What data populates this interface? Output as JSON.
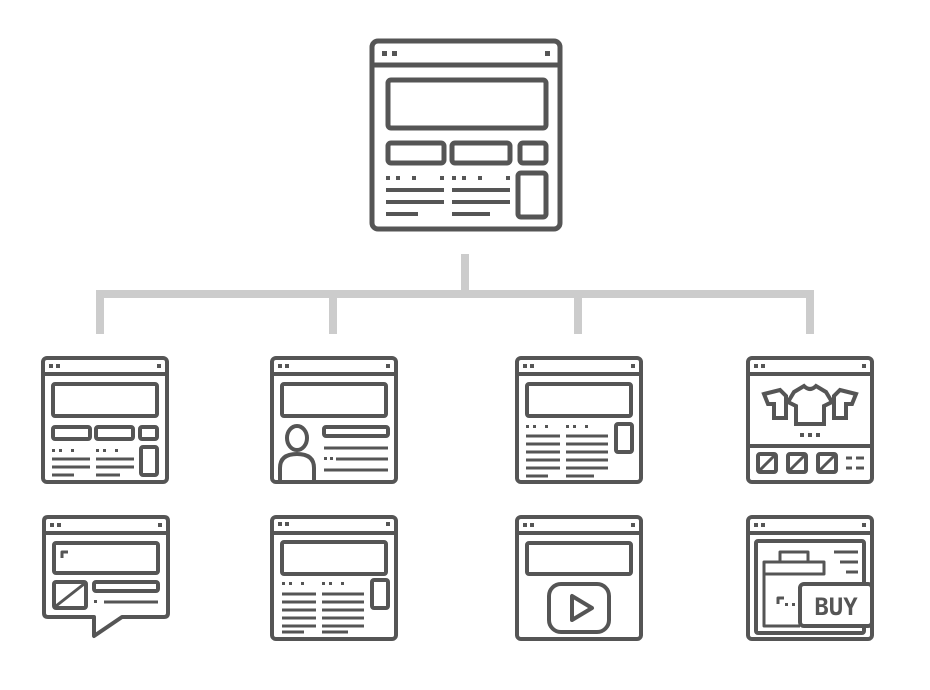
{
  "colors": {
    "stroke": "#555555",
    "connector": "#cccccc",
    "background": "#ffffff"
  },
  "root": {
    "name": "homepage-wireframe"
  },
  "children": [
    {
      "name": "three-column-layout-page",
      "icon": "layout-icon"
    },
    {
      "name": "profile-page",
      "icon": "user-icon"
    },
    {
      "name": "article-page",
      "icon": "text-layout-icon"
    },
    {
      "name": "product-catalog-page",
      "icon": "tshirt-icon"
    },
    {
      "name": "chat-comment-page",
      "icon": "speech-bubble-icon"
    },
    {
      "name": "blog-page",
      "icon": "text-layout-icon"
    },
    {
      "name": "video-page",
      "icon": "play-icon"
    },
    {
      "name": "shop-buy-page",
      "icon": "shopping-bag-icon"
    }
  ],
  "labels": {
    "buy": "BUY"
  }
}
